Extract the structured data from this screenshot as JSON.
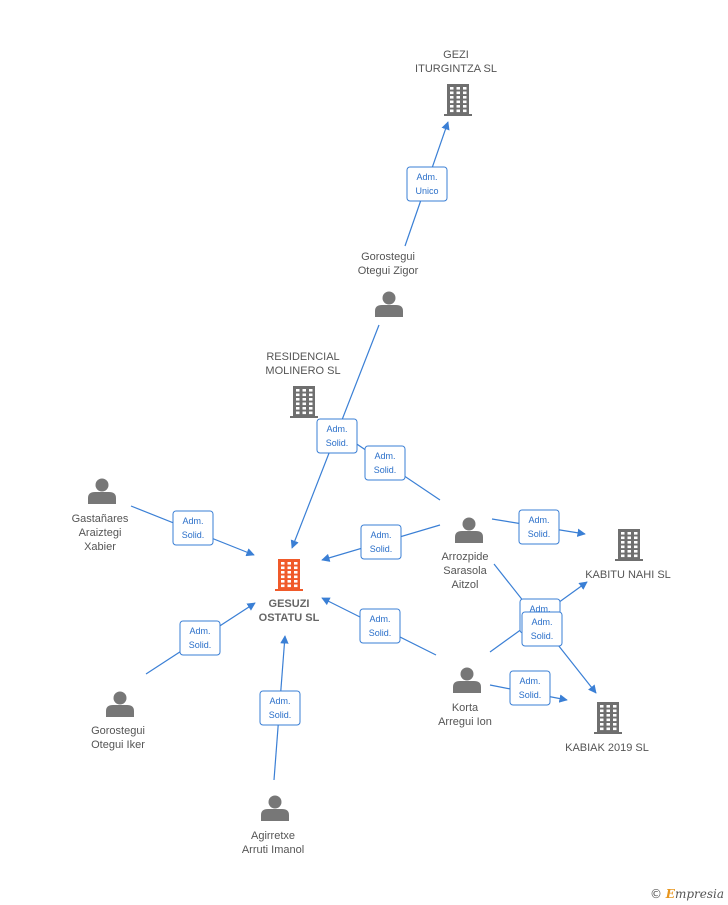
{
  "nodes": [
    {
      "id": "gezi",
      "type": "company",
      "lines": [
        "GEZI",
        "ITURGINTZA SL"
      ]
    },
    {
      "id": "zigor",
      "type": "person",
      "lines": [
        "Gorostegui",
        "Otegui Zigor"
      ]
    },
    {
      "id": "residencial",
      "type": "company",
      "lines": [
        "RESIDENCIAL",
        "MOLINERO  SL"
      ]
    },
    {
      "id": "xabier",
      "type": "person",
      "lines": [
        "Gastañares",
        "Araiztegi",
        "Xabier"
      ]
    },
    {
      "id": "gesuzi",
      "type": "company-main",
      "lines": [
        "GESUZI",
        "OSTATU  SL"
      ]
    },
    {
      "id": "aitzol",
      "type": "person",
      "lines": [
        "Arrozpide",
        "Sarasola",
        "Aitzol"
      ]
    },
    {
      "id": "kabitu",
      "type": "company",
      "lines": [
        "KABITU NAHI  SL"
      ]
    },
    {
      "id": "iker",
      "type": "person",
      "lines": [
        "Gorostegui",
        "Otegui Iker"
      ]
    },
    {
      "id": "ion",
      "type": "person",
      "lines": [
        "Korta",
        "Arregui Ion"
      ]
    },
    {
      "id": "kabiak",
      "type": "company",
      "lines": [
        "KABIAK 2019  SL"
      ]
    },
    {
      "id": "imanol",
      "type": "person",
      "lines": [
        "Agirretxe",
        "Arruti Imanol"
      ]
    }
  ],
  "edges": [
    {
      "from": "zigor",
      "to": "gezi",
      "label": [
        "Adm.",
        "Unico"
      ]
    },
    {
      "from": "zigor",
      "to": "gesuzi",
      "label": [
        "Adm.",
        "Solid."
      ]
    },
    {
      "from": "aitzol",
      "to": "residencial",
      "label": [
        "Adm.",
        "Solid."
      ]
    },
    {
      "from": "xabier",
      "to": "gesuzi",
      "label": [
        "Adm.",
        "Solid."
      ]
    },
    {
      "from": "aitzol",
      "to": "gesuzi",
      "label": [
        "Adm.",
        "Solid."
      ]
    },
    {
      "from": "aitzol",
      "to": "kabitu",
      "label": [
        "Adm.",
        "Solid."
      ]
    },
    {
      "from": "aitzol",
      "to": "kabiak",
      "label": [
        "Adm.",
        "Solid."
      ]
    },
    {
      "from": "ion",
      "to": "kabitu",
      "label": [
        "Adm.",
        "Solid."
      ]
    },
    {
      "from": "ion",
      "to": "kabiak",
      "label": [
        "Adm.",
        "Solid."
      ]
    },
    {
      "from": "ion",
      "to": "gesuzi",
      "label": [
        "Adm.",
        "Solid."
      ]
    },
    {
      "from": "iker",
      "to": "gesuzi",
      "label": [
        "Adm.",
        "Solid."
      ]
    },
    {
      "from": "imanol",
      "to": "gesuzi",
      "label": [
        "Adm.",
        "Solid."
      ]
    }
  ],
  "colors": {
    "edge": "#3a7fd5",
    "person": "#777777",
    "company": "#6f6f6f",
    "company_main": "#f05a2a",
    "label_border": "#3a7fd5",
    "label_text": "#2a6fc9"
  },
  "icons": {
    "person": "person-icon",
    "company": "building-icon"
  },
  "footer": {
    "copyright": "©",
    "brand_initial": "E",
    "brand_rest": "mpresia"
  }
}
